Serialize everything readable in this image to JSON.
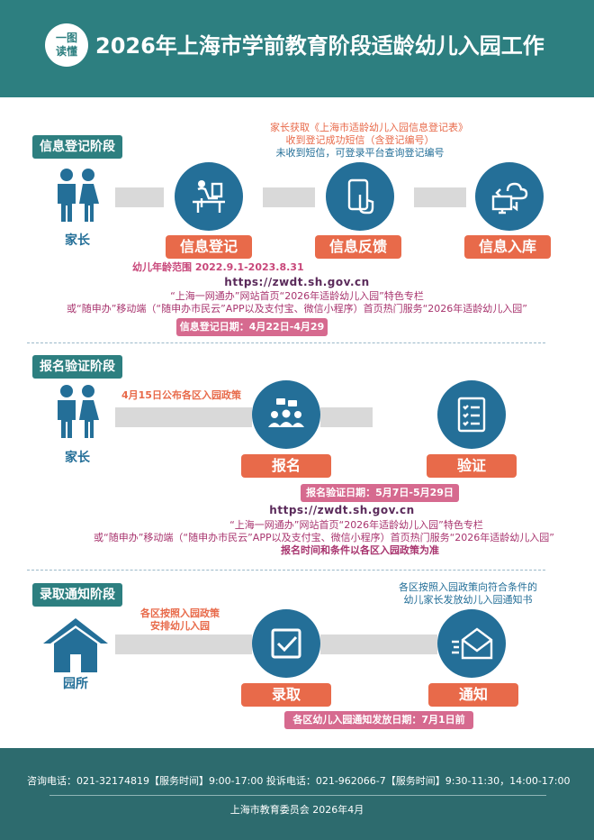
{
  "header": {
    "badge_line1": "一图",
    "badge_line2": "读懂",
    "title": "2026年上海市学前教育阶段适龄幼儿入园工作"
  },
  "stage1": {
    "label": "信息登记阶段",
    "actor": "家长",
    "note_orange1": "家长获取《上海市适龄幼儿入园信息登记表》",
    "note_orange2": "收到登记成功短信（含登记编号）",
    "note_blue": "未收到短信，可登录平台查询登记编号",
    "steps": [
      "信息登记",
      "信息反馈",
      "信息入库"
    ],
    "age_range": "幼儿年龄范围 2022.9.1-2023.8.31",
    "url": "https://zwdt.sh.gov.cn",
    "channel1": "“上海一网通办”网站首页“2026年适龄幼儿入园”特色专栏",
    "channel2": "或“随申办”移动端（“随申办市民云”APP以及支付宝、微信小程序）首页热门服务“2026年适龄幼儿入园”",
    "date_badge": "信息登记日期：4月22日-4月29日"
  },
  "stage2": {
    "label": "报名验证阶段",
    "actor": "家长",
    "policy_note": "4月15日公布各区入园政策",
    "steps": [
      "报名",
      "验证"
    ],
    "date_badge": "报名验证日期：5月7日-5月29日",
    "url": "https://zwdt.sh.gov.cn",
    "channel1": "“上海一网通办”网站首页“2026年适龄幼儿入园”特色专栏",
    "channel2": "或“随申办”移动端（“随申办市民云”APP以及支付宝、微信小程序）首页热门服务“2026年适龄幼儿入园”",
    "note": "报名时间和条件以各区入园政策为准"
  },
  "stage3": {
    "label": "录取通知阶段",
    "actor": "园所",
    "left_note1": "各区按照入园政策",
    "left_note2": "安排幼儿入园",
    "right_note1": "各区按照入园政策向符合条件的",
    "right_note2": "幼儿家长发放幼儿入园通知书",
    "steps": [
      "录取",
      "通知"
    ],
    "date_badge": "各区幼儿入园通知发放日期：7月1日前"
  },
  "footer": {
    "contact": "咨询电话：021-32174819【服务时间】9:00-17:00    投诉电话：021-962066-7【服务时间】9:30-11:30，14:00-17:00",
    "issuer": "上海市教育委员会   2026年4月"
  },
  "colors": {
    "teal": "#2d7f80",
    "blue": "#246f98",
    "orange": "#e86a4a",
    "pink": "#d66a8f"
  }
}
